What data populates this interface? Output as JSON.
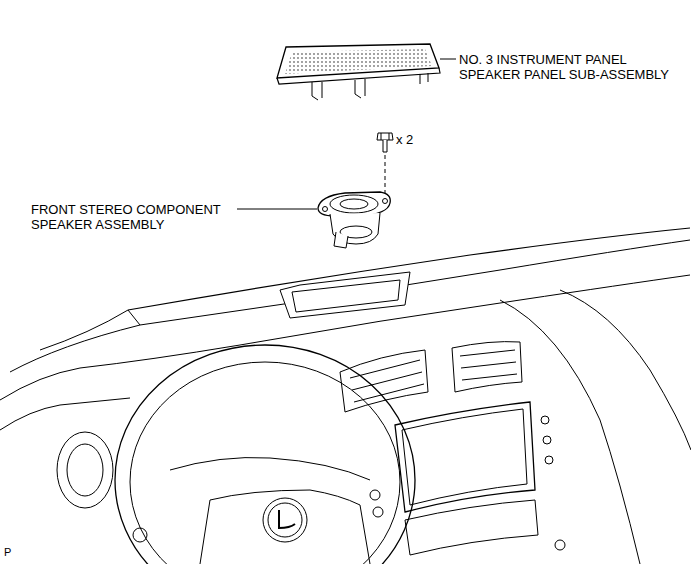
{
  "diagram": {
    "labels": [
      "NO. 3 INSTRUMENT PANEL SPEAKER PANEL SUB-ASSEMBLY",
      "x 2",
      "FRONT STEREO COMPONENT SPEAKER ASSEMBLY",
      "P"
    ]
  }
}
